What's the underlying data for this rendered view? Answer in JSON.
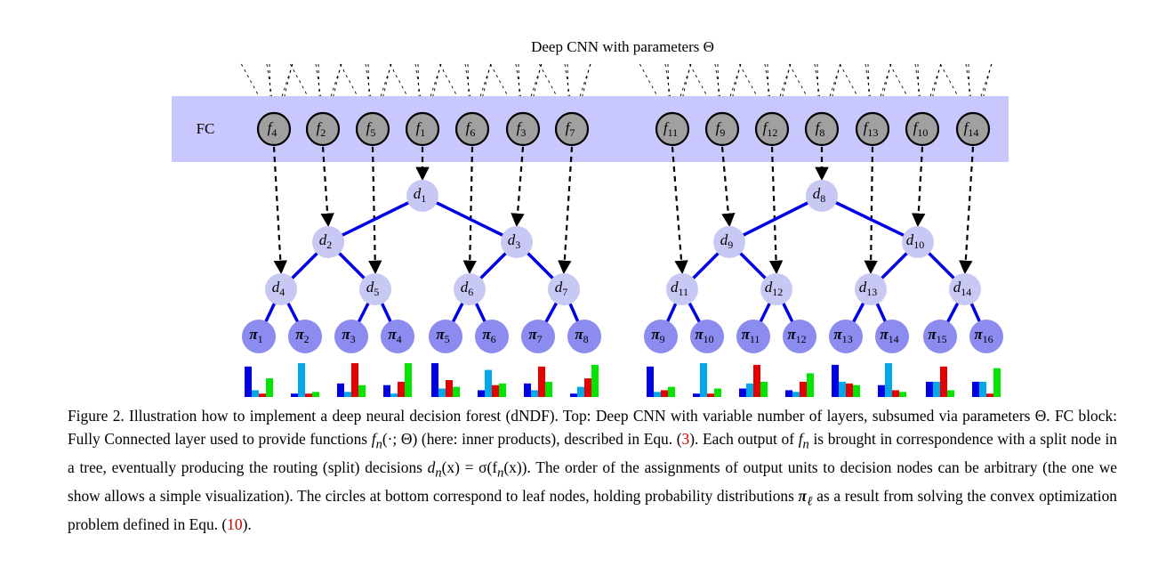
{
  "figure": {
    "cnn_label": "Deep CNN with parameters Θ",
    "fc_label": "FC",
    "fc_color": "#c8c8ff",
    "f_nodes_left": [
      "4",
      "2",
      "5",
      "1",
      "6",
      "3",
      "7"
    ],
    "f_nodes_right": [
      "11",
      "9",
      "12",
      "8",
      "13",
      "10",
      "14"
    ],
    "trees": [
      {
        "root": "1",
        "level2": [
          "2",
          "3"
        ],
        "level3": [
          "4",
          "5",
          "6",
          "7"
        ],
        "leaves": [
          "1",
          "2",
          "3",
          "4",
          "5",
          "6",
          "7",
          "8"
        ]
      },
      {
        "root": "8",
        "level2": [
          "9",
          "10"
        ],
        "level3": [
          "11",
          "12",
          "13",
          "14"
        ],
        "leaves": [
          "9",
          "10",
          "11",
          "12",
          "13",
          "14",
          "15",
          "16"
        ]
      }
    ],
    "colors": {
      "f_node_fill": "#a0a0a0",
      "d_node_fill": "#c8c8f4",
      "leaf_fill": "#8c8cf0",
      "edge": "#0000e6",
      "hist": [
        "#0000e6",
        "#00a8e8",
        "#e60000",
        "#00e600"
      ]
    },
    "histograms": [
      [
        0.9,
        0.2,
        0.1,
        0.55
      ],
      [
        0.1,
        1.0,
        0.1,
        0.15
      ],
      [
        0.4,
        0.15,
        1.0,
        0.35
      ],
      [
        0.35,
        0.1,
        0.45,
        1.0
      ],
      [
        1.0,
        0.25,
        0.5,
        0.3
      ],
      [
        0.2,
        0.8,
        0.35,
        0.4
      ],
      [
        0.4,
        0.2,
        0.9,
        0.45
      ],
      [
        0.1,
        0.3,
        0.55,
        0.95
      ],
      [
        0.9,
        0.15,
        0.2,
        0.3
      ],
      [
        0.1,
        1.0,
        0.1,
        0.25
      ],
      [
        0.25,
        0.4,
        0.95,
        0.45
      ],
      [
        0.2,
        0.15,
        0.45,
        0.7
      ],
      [
        0.95,
        0.45,
        0.4,
        0.35
      ],
      [
        0.35,
        1.0,
        0.2,
        0.15
      ],
      [
        0.45,
        0.45,
        0.9,
        0.2
      ],
      [
        0.45,
        0.45,
        0.1,
        0.85
      ]
    ]
  },
  "caption": {
    "prefix": "Figure 2. Illustration how to implement a deep neural decision forest (dNDF). Top: Deep CNN with variable number of layers, subsumed via parameters Θ. FC block: Fully Connected layer used to provide functions ",
    "fn": "f",
    "fn_sub": "n",
    "fn_args": "(·; Θ)",
    "mid1": " (here: inner products), described in Equ. (",
    "ref1": "3",
    "mid2": "). Each output of ",
    "mid3": " is brought in correspondence with a split node in a tree, eventually producing the routing (split) decisions ",
    "dn": "d",
    "dn_expr": "(x) = σ(f",
    "dn_expr_end": "(x)).",
    "mid4": " The order of the assignments of output units to decision nodes can be arbitrary (the one we show allows a simple visualization). The circles at bottom correspond to leaf nodes, holding probability distributions ",
    "pi": "π",
    "pi_sub": "ℓ",
    "mid5": " as a result from solving the convex optimization problem defined in Equ. (",
    "ref2": "10",
    "end": ")."
  }
}
